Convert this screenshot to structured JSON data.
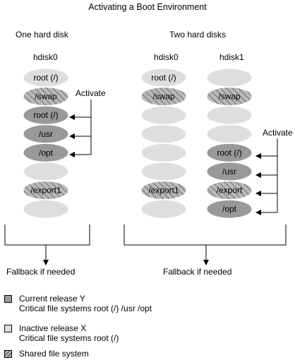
{
  "title": "Activating a Boot Environment",
  "left_panel": {
    "heading": "One hard disk",
    "disk_label": "hdisk0",
    "disks": [
      {
        "label": "root (/)",
        "style": "light"
      },
      {
        "label": "/swap",
        "style": "hatched"
      },
      {
        "label": "root (/)",
        "style": "dark"
      },
      {
        "label": "/usr",
        "style": "dark"
      },
      {
        "label": "/opt",
        "style": "dark"
      },
      {
        "label": "",
        "style": "light"
      },
      {
        "label": "/export1",
        "style": "hatched"
      },
      {
        "label": "",
        "style": "light"
      }
    ],
    "activate_label": "Activate",
    "fallback_label": "Fallback if needed"
  },
  "right_panel": {
    "heading": "Two hard disks",
    "disk0_label": "hdisk0",
    "disk1_label": "hdisk1",
    "disks0": [
      {
        "label": "root (/)",
        "style": "light"
      },
      {
        "label": "/swap",
        "style": "hatched"
      },
      {
        "label": "",
        "style": "light"
      },
      {
        "label": "",
        "style": "light"
      },
      {
        "label": "",
        "style": "light"
      },
      {
        "label": "",
        "style": "light"
      },
      {
        "label": "/export1",
        "style": "hatched"
      },
      {
        "label": "",
        "style": "light"
      }
    ],
    "disks1": [
      {
        "label": "",
        "style": "light"
      },
      {
        "label": "/swap",
        "style": "hatched"
      },
      {
        "label": "",
        "style": "light"
      },
      {
        "label": "",
        "style": "light"
      },
      {
        "label": "root (/)",
        "style": "dark"
      },
      {
        "label": "/usr",
        "style": "dark"
      },
      {
        "label": "/export",
        "style": "hatched"
      },
      {
        "label": "/opt",
        "style": "dark"
      }
    ],
    "activate_label": "Activate",
    "fallback_label": "Fallback if needed"
  },
  "legend": [
    {
      "line1": "Current release Y",
      "line2": "Critical file systems root (/) /usr /opt",
      "style": "dark"
    },
    {
      "line1": "Inactive release X",
      "line2": "Critical file systems root (/)",
      "style": "light"
    },
    {
      "line1": "Shared file system",
      "line2": "",
      "style": "hatched"
    }
  ],
  "colors": {
    "dark": "#999999",
    "light": "#dedede",
    "hatched_bg": "#b9b9b9",
    "hatch_line": "#5a5a5a",
    "outline": "#000000"
  }
}
